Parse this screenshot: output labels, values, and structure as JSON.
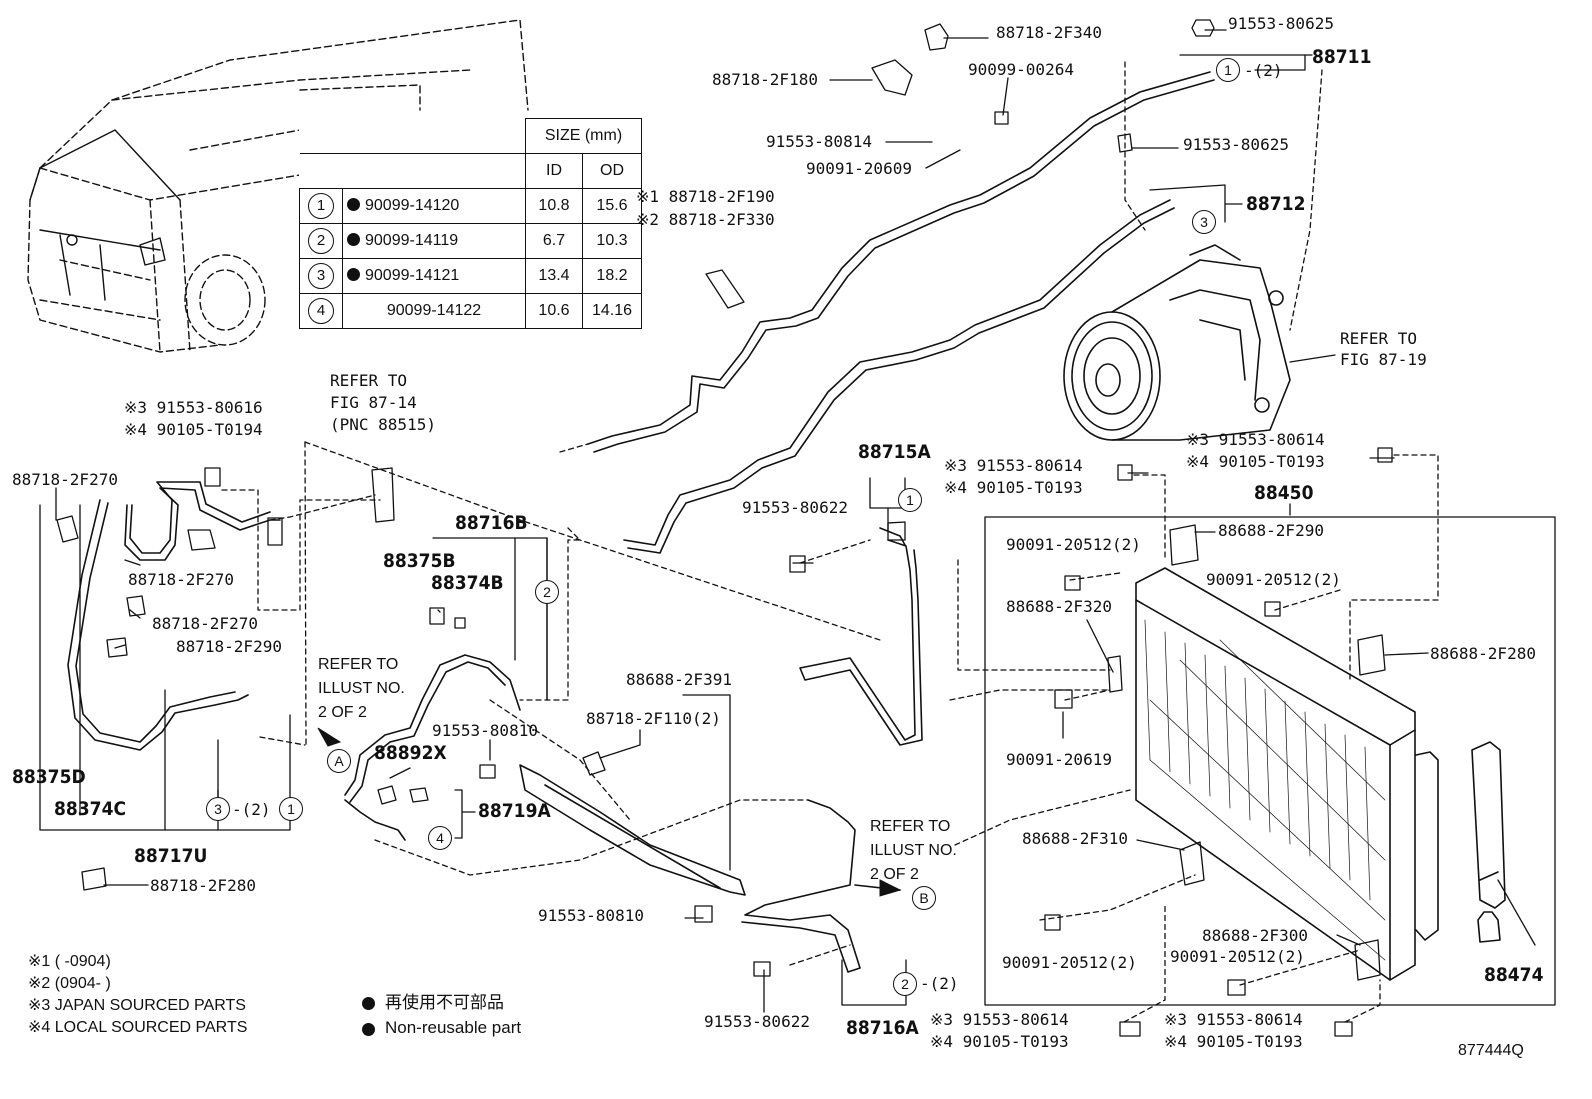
{
  "size_table": {
    "title": "SIZE (mm)",
    "col_id": "ID",
    "col_od": "OD",
    "rows": [
      {
        "no": "1",
        "part": "90099-14120",
        "nonreusable": true,
        "id": "10.8",
        "od": "15.6"
      },
      {
        "no": "2",
        "part": "90099-14119",
        "nonreusable": true,
        "id": "6.7",
        "od": "10.3"
      },
      {
        "no": "3",
        "part": "90099-14121",
        "nonreusable": true,
        "id": "13.4",
        "od": "18.2"
      },
      {
        "no": "4",
        "part": "90099-14122",
        "nonreusable": false,
        "id": "10.6",
        "od": "14.16"
      }
    ]
  },
  "callouts": {
    "p1": "88718-2F340",
    "p2": "91553-80625",
    "p3": "88711",
    "p4": "88718-2F180",
    "p5": "90099-00264",
    "p6": "91553-80814",
    "p7": "90091-20609",
    "p8": "91553-80625",
    "p9": "88712",
    "p10a": "※1 88718-2F190",
    "p10b": "※2 88718-2F330",
    "p11": "REFER TO",
    "p12": "FIG 87-19",
    "p13a": "※3 91553-80614",
    "p13b": "※4 90105-T0193",
    "p14a": "※3 91553-80614",
    "p14b": "※4 90105-T0193",
    "p15": "88715A",
    "p16": "88450",
    "p17": "91553-80622",
    "p18": "88688-2F290",
    "p19": "90091-20512(2)",
    "p20": "90091-20512(2)",
    "p21": "88688-2F320",
    "p22": "88688-2F280",
    "p23": "90091-20619",
    "p24": "88688-2F310",
    "p25": "90091-20512(2)",
    "p26": "88688-2F300",
    "p27": "90091-20512(2)",
    "p28": "88474",
    "p29a": "※3 91553-80614",
    "p29b": "※4 90105-T0193",
    "p30a": "※3 91553-80614",
    "p30b": "※4 90105-T0193",
    "p31": "88716A",
    "p32": "91553-80622",
    "p33a": "REFER TO",
    "p33b": "ILLUST NO.",
    "p33c": "2 OF 2",
    "p34": "91553-80810",
    "p35": "88688-2F391",
    "p36": "88718-2F110(2)",
    "p37": "91553-80810",
    "p38": "88719A",
    "p39": "88892X",
    "p40a": "REFER TO",
    "p40b": "ILLUST NO.",
    "p40c": "2 OF 2",
    "p41": "88716B",
    "p42": "88375B",
    "p43": "88374B",
    "p44a": "REFER TO",
    "p44b": "FIG 87-14",
    "p44c": "(PNC 88515)",
    "p45a": "※3 91553-80616",
    "p45b": "※4 90105-T0194",
    "p46": "88718-2F270",
    "p47": "88718-2F270",
    "p48": "88718-2F270",
    "p49": "88718-2F290",
    "p50": "88375D",
    "p51": "88374C",
    "p52": "88717U",
    "p53": "88718-2F280",
    "qty2": "-(2)",
    "letter_a": "A",
    "letter_b": "B"
  },
  "circle_numbers": {
    "c1": "1",
    "c2": "3",
    "c3": "1",
    "c4": "2",
    "c5": "4",
    "c6": "3",
    "c7": "1",
    "c8": "2"
  },
  "notes": {
    "n1": "※1 (      -0904)",
    "n2": "※2 (0904-      )",
    "n3": "※3 JAPAN SOURCED PARTS",
    "n4": "※4 LOCAL SOURCED PARTS",
    "legend_jp": "再使用不可部品",
    "legend_en": "Non-reusable part",
    "fig_no": "877444Q"
  }
}
